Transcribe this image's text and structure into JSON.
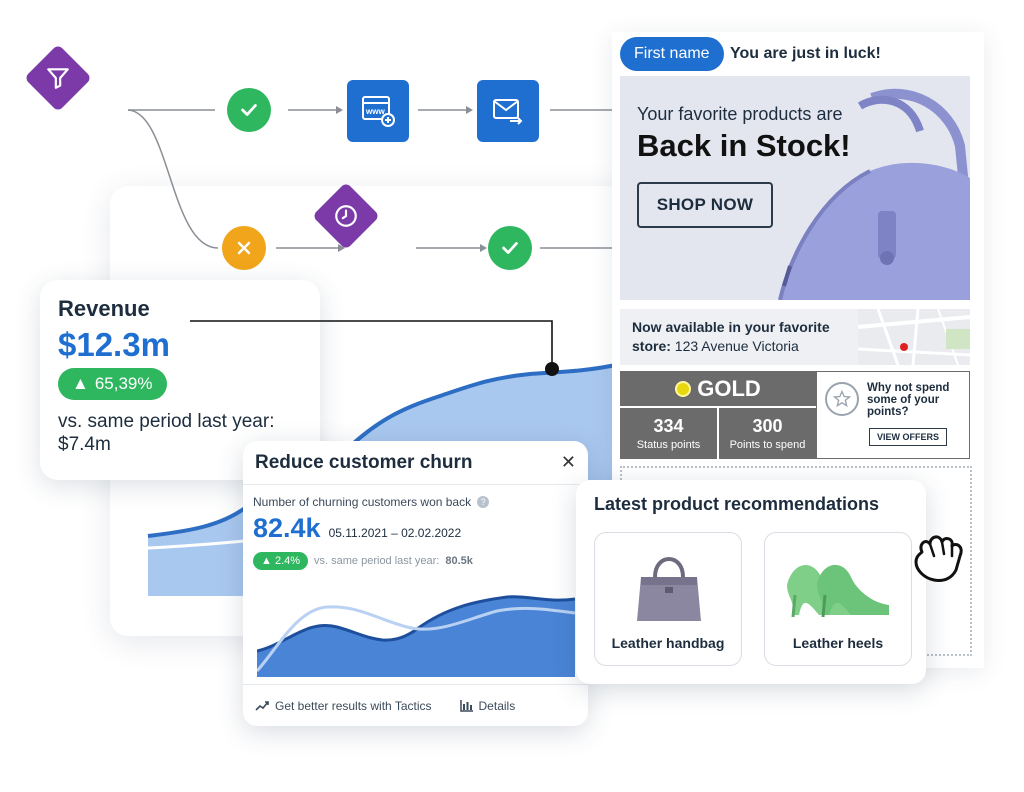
{
  "revenue": {
    "title": "Revenue",
    "value": "$12.3m",
    "change": "65,39%",
    "comparison": "vs. same period last year: $7.4m"
  },
  "churn": {
    "title": "Reduce customer churn",
    "metric_label": "Number of churning customers won back",
    "value": "82.4k",
    "date_range": "05.11.2021 – 02.02.2022",
    "change": "2.4%",
    "comparison_label": "vs. same period last year:",
    "comparison_value": "80.5k",
    "footer_tactics": "Get better results with Tactics",
    "footer_details": "Details"
  },
  "email": {
    "first_name_token": "First name",
    "greeting": "You are just in luck!",
    "hero_subtitle": "Your favorite products are",
    "hero_title": "Back in Stock!",
    "shop_button": "SHOP NOW",
    "store_line1": "Now available in your favorite",
    "store_label": "store:",
    "store_address": "123 Avenue Victoria",
    "tier": "GOLD",
    "status_points": "334",
    "status_points_label": "Status points",
    "points_to_spend": "300",
    "points_to_spend_label": "Points to spend",
    "spend_prompt": "Why not spend some of your points?",
    "view_offers": "VIEW OFFERS"
  },
  "recommendations": {
    "title": "Latest product recommendations",
    "items": [
      {
        "label": "Leather handbag"
      },
      {
        "label": "Leather heels"
      }
    ]
  },
  "colors": {
    "brand_blue": "#1f6fd1",
    "success_green": "#2fb760",
    "workflow_purple": "#7b3aa8",
    "warning_orange": "#f0a51a",
    "loyalty_grey": "#6b6b6b"
  },
  "icons": [
    "filter-icon",
    "check-icon",
    "web-form-icon",
    "email-send-icon",
    "close-icon",
    "clock-icon",
    "star-badge-icon",
    "grab-hand-icon",
    "trend-icon",
    "bar-chart-icon"
  ]
}
